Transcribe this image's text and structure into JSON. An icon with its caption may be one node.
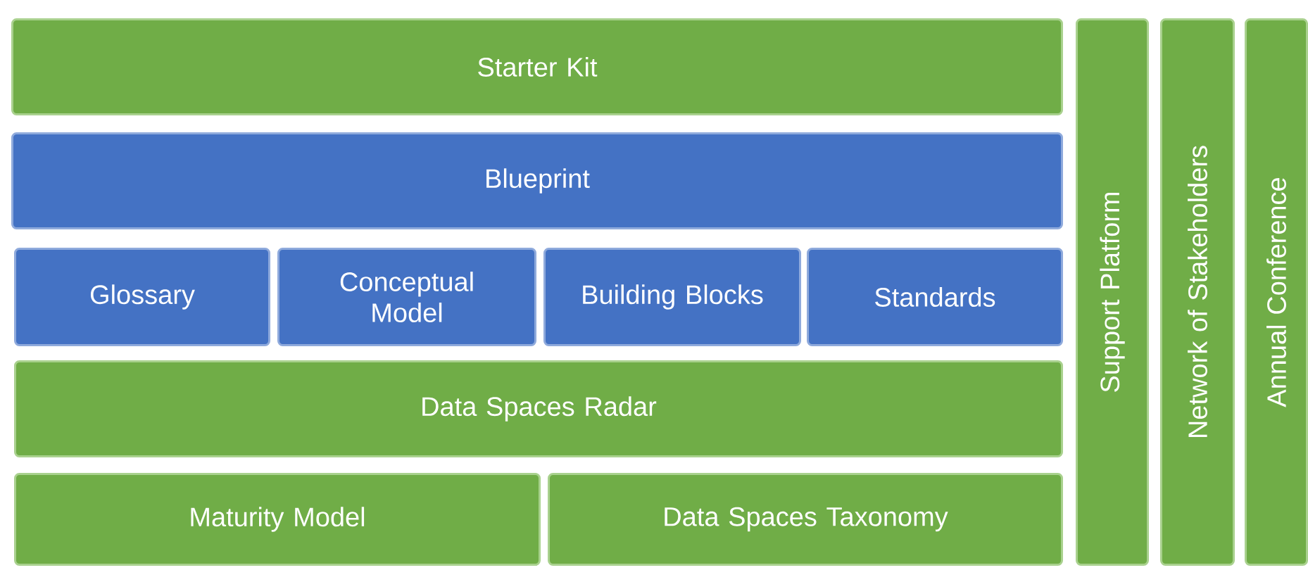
{
  "diagram": {
    "nodes": [
      {
        "text": [
          "Starter Kit"
        ]
      },
      {
        "text": [
          "Blueprint"
        ]
      },
      {
        "text": [
          "Glossary"
        ]
      },
      {
        "text": [
          "Conceptual Model"
        ]
      },
      {
        "text": [
          "Building Blocks"
        ]
      },
      {
        "text": [
          "Standards"
        ]
      },
      {
        "text": [
          "Data Spaces Radar"
        ]
      },
      {
        "text": [
          "Maturity Model"
        ]
      },
      {
        "text": [
          "Data Spaces Taxonomy"
        ]
      },
      {
        "text": [
          "Support Platform"
        ]
      },
      {
        "text": [
          "Network of Stakeholders"
        ]
      },
      {
        "text": [
          "Annual Conference"
        ]
      }
    ]
  }
}
